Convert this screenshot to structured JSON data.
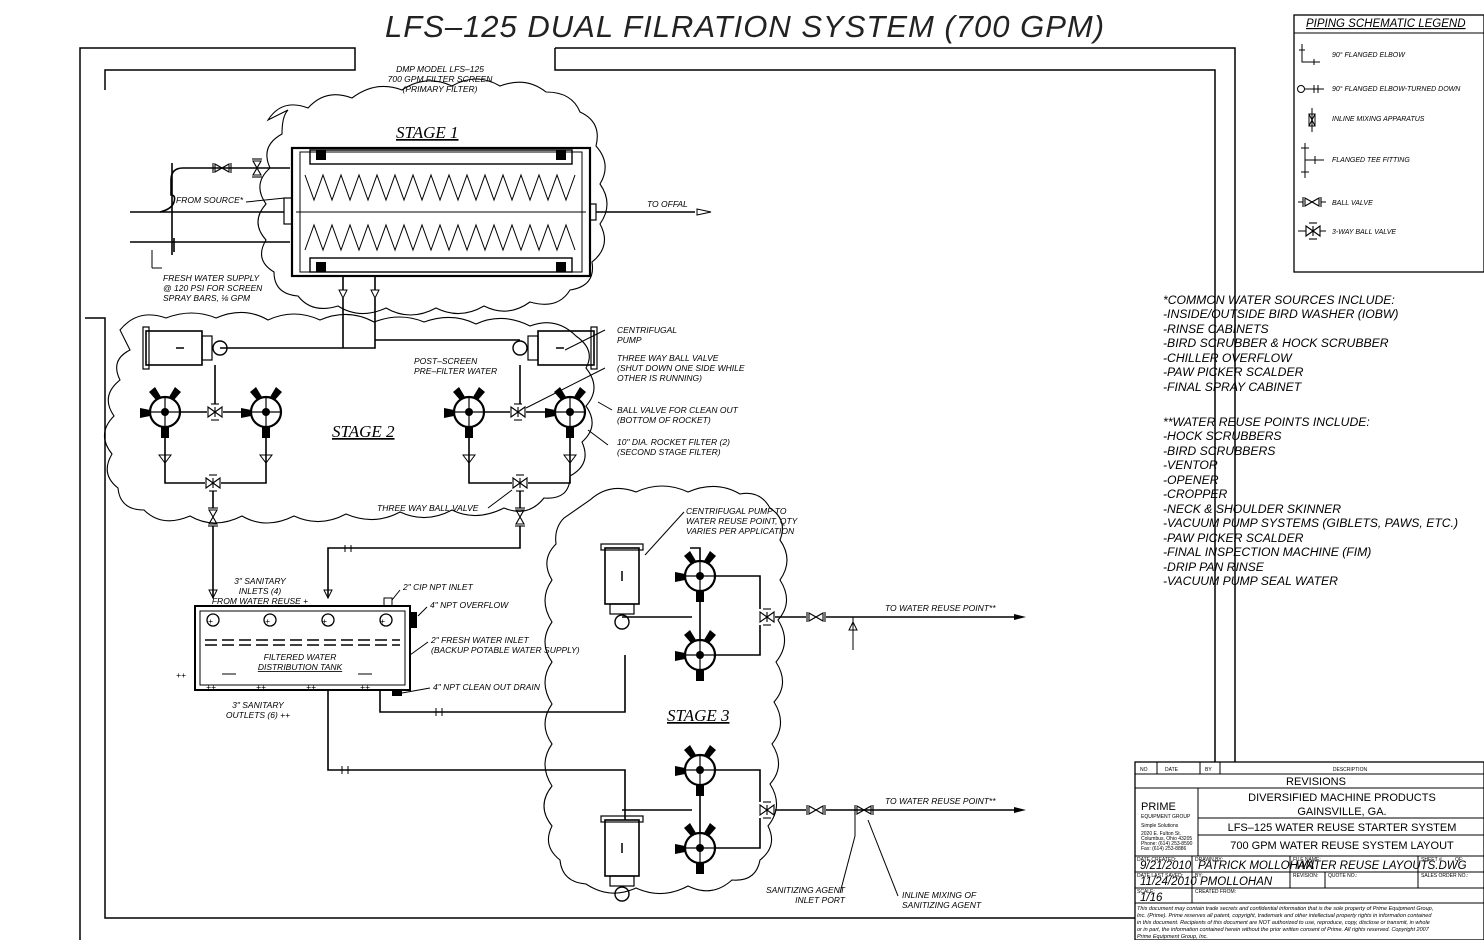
{
  "title": "LFS–125 DUAL FILRATION SYSTEM (700 GPM)",
  "stages": [
    "STAGE 1",
    "STAGE 2",
    "STAGE 3"
  ],
  "labels": {
    "primary_filter": [
      "DMP MODEL LFS–125",
      "700 GPM FILTER SCREEN",
      "(PRIMARY FILTER)"
    ],
    "from_source": "FROM SOURCE*",
    "to_offal": "TO OFFAL",
    "fresh_water_supply": [
      "FRESH WATER SUPPLY",
      "@ 120 PSI FOR SCREEN",
      "SPRAY BARS, ⅛ GPM"
    ],
    "centrifugal_pump": [
      "CENTRIFUGAL",
      "PUMP"
    ],
    "post_screen": [
      "POST–SCREEN",
      "PRE–FILTER WATER"
    ],
    "three_way_ball_valve_note": [
      "THREE WAY BALL VALVE",
      "(SHUT DOWN ONE SIDE WHILE",
      "OTHER IS RUNNING)"
    ],
    "ball_valve_clean_out": [
      "BALL VALVE FOR CLEAN OUT",
      "(BOTTOM OF ROCKET)"
    ],
    "rocket_filter": [
      "10\" DIA. ROCKET FILTER (2)",
      "(SECOND STAGE FILTER)"
    ],
    "three_way_ball_valve": "THREE WAY BALL VALVE",
    "centrifugal_pump_reuse": [
      "CENTRIFUGAL PUMP TO",
      "WATER REUSE POINT, QTY",
      "VARIES PER APPLICATION"
    ],
    "sanitary_inlets": [
      "3\" SANITARY",
      "INLETS (4)",
      "FROM WATER REUSE +"
    ],
    "cip_inlet": "2\" CIP NPT INLET",
    "npt_overflow": "4\" NPT OVERFLOW",
    "fresh_water_inlet": [
      "2\" FRESH WATER INLET",
      "(BACKUP POTABLE WATER SUPPLY)"
    ],
    "tank": [
      "FILTERED WATER",
      "DISTRIBUTION TANK"
    ],
    "clean_out_drain": "4\" NPT CLEAN OUT DRAIN",
    "sanitary_outlets": [
      "3\" SANITARY",
      "OUTLETS (6) ++"
    ],
    "to_water_reuse_point": "TO WATER REUSE POINT**",
    "sanitizing_agent_port": [
      "SANITIZING AGENT",
      "INLET PORT"
    ],
    "inline_mixing": [
      "INLINE MIXING OF",
      "SANITIZING AGENT"
    ]
  },
  "legend": {
    "title": "PIPING SCHEMATIC LEGEND",
    "items": [
      {
        "icon": "flanged-elbow-icon",
        "label": "90° FLANGED ELBOW"
      },
      {
        "icon": "flanged-elbow-down-icon",
        "label": "90° FLANGED ELBOW-TURNED DOWN"
      },
      {
        "icon": "inline-mixing-icon",
        "label": "INLINE MIXING APPARATUS"
      },
      {
        "icon": "flanged-tee-icon",
        "label": "FLANGED TEE FITTING"
      },
      {
        "icon": "ball-valve-icon",
        "label": "BALL VALVE"
      },
      {
        "icon": "three-way-ball-valve-icon",
        "label": "3-WAY BALL VALVE"
      }
    ]
  },
  "notes": {
    "water_sources": [
      "*COMMON WATER SOURCES INCLUDE:",
      "-INSIDE/OUTSIDE BIRD WASHER (IOBW)",
      "-RINSE CABINETS",
      "-BIRD SCRUBBER & HOCK SCRUBBER",
      "-CHILLER OVERFLOW",
      "-PAW PICKER SCALDER",
      "-FINAL SPRAY CABINET"
    ],
    "reuse_points": [
      "**WATER REUSE POINTS INCLUDE:",
      "-HOCK SCRUBBERS",
      "-BIRD SCRUBBERS",
      "-VENTOR",
      "-OPENER",
      "-CROPPER",
      "-NECK & SHOULDER SKINNER",
      "-VACUUM PUMP SYSTEMS (GIBLETS, PAWS, ETC.)",
      "-PAW PICKER SCALDER",
      "-FINAL INSPECTION MACHINE (FIM)",
      "-DRIP PAN RINSE",
      "-VACUUM PUMP SEAL WATER"
    ]
  },
  "title_block": {
    "headers": [
      "NO",
      "DATE",
      "BY",
      "DESCRIPTION"
    ],
    "revisions": "REVISIONS",
    "logo": "PRIME",
    "logo_sub": "EQUIPMENT GROUP",
    "company": "DIVERSIFIED MACHINE PRODUCTS",
    "location": "GAINSVILLE, GA.",
    "drawing_title": "LFS–125 WATER REUSE STARTER SYSTEM",
    "drawing_subtitle": "700 GPM WATER REUSE SYSTEM LAYOUT",
    "address": [
      "Simple Solutions",
      "2020 E. Fulton St.",
      "Columbus, Ohio 43205",
      "Phone: (614) 253-8590",
      "Fax: (614) 253-8886"
    ],
    "date_created_label": "DATE CREATED:",
    "date_created": "9/21/2010",
    "drawn_by_label": "DRAWN BY:",
    "drawn_by": "PATRICK MOLLOHAN",
    "file_name_label": "FILE NAME:",
    "file_name": "WATER REUSE LAYOUTS.DWG",
    "sheet_label": "SHEET #",
    "of_label": "OF:",
    "date_last_saved_label": "DATE LAST SAVED:",
    "date_last_saved": "11/24/2010",
    "by_label": "BY:",
    "by": "PMOLLOHAN",
    "revision_label": "REVISION:",
    "quote_label": "QUOTE NO.:",
    "sales_order_label": "SALES ORDER NO.:",
    "scale_label": "SCALE:",
    "scale": "1/16",
    "created_from_label": "CREATED FROM:",
    "disclaimer": [
      "This document may contain trade secrets and confidential information that is the sole property of Prime Equipment Group,",
      "Inc. (Prime). Prime reserves all patent, copyright, trademark and other intellectual property rights in information contained",
      "in this document. Recipients of this document are NOT authorized to use, reproduce, copy, disclose or transmit, in whole",
      "or in part, the information contained herein without the prior written consent of Prime. All rights reserved. Copyright 2007",
      "Prime Equipment Group, Inc."
    ]
  }
}
